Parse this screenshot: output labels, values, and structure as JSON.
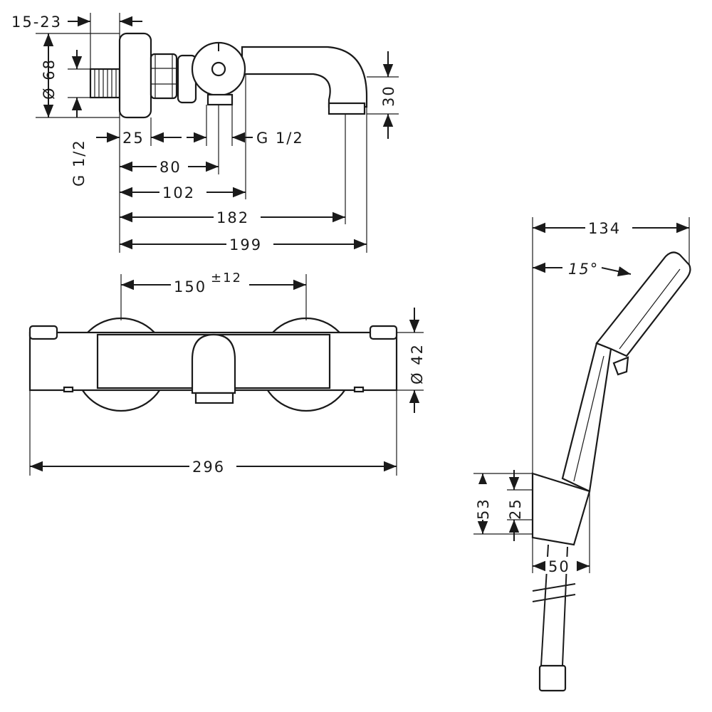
{
  "side_view": {
    "dim_flange_offset": "15-23",
    "dim_flange_diameter": "Ø 68",
    "dim_inlet_thread": "G 1/2",
    "dim_nut_width": "25",
    "dim_outlet_thread": "G 1/2",
    "dim_80": "80",
    "dim_102": "102",
    "dim_182": "182",
    "dim_199": "199",
    "dim_spout_height": "30"
  },
  "front_view": {
    "dim_centers": "150",
    "dim_centers_tolerance": "±12",
    "dim_body_diameter": "Ø 42",
    "dim_total_width": "296"
  },
  "shower_view": {
    "dim_reach": "134",
    "dim_angle": "15°",
    "dim_holder_height": "53",
    "dim_holder_mount": "25",
    "dim_holder_depth": "50"
  }
}
